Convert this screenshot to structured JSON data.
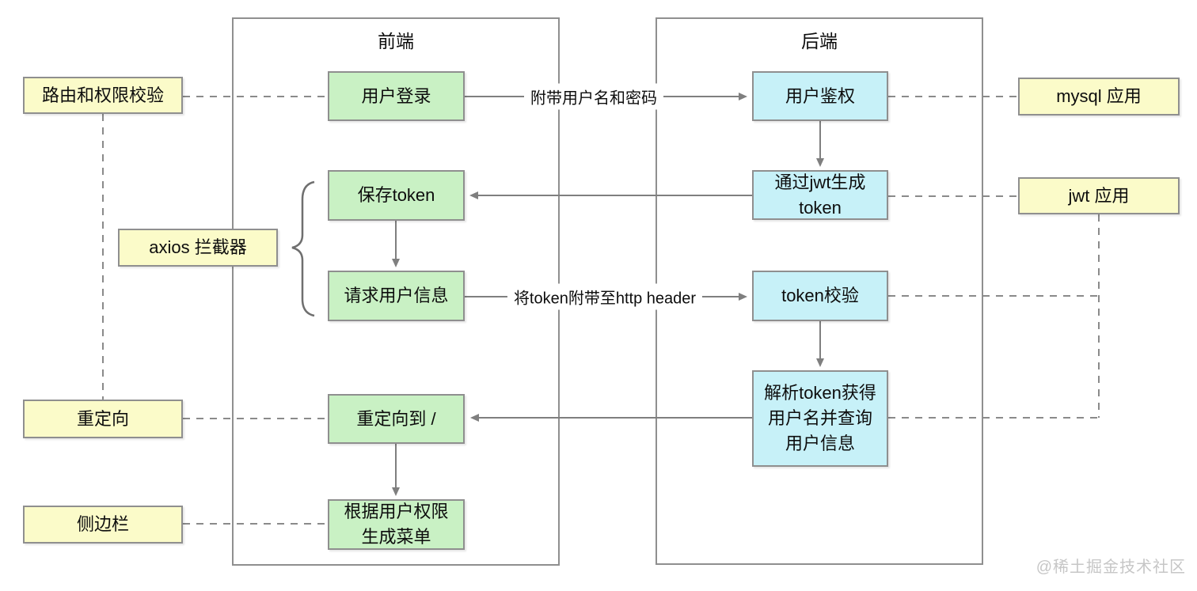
{
  "containers": {
    "frontend": "前端",
    "backend": "后端"
  },
  "nodes": {
    "route_permission": {
      "label": "路由和权限校验"
    },
    "axios_interceptor": {
      "label": "axios 拦截器"
    },
    "redirect": {
      "label": "重定向"
    },
    "sidebar": {
      "label": "侧边栏"
    },
    "mysql_app": {
      "label": "mysql 应用"
    },
    "jwt_app": {
      "label": "jwt 应用"
    },
    "user_login": {
      "label": "用户登录"
    },
    "save_token": {
      "label": "保存token"
    },
    "request_user_info": {
      "label": "请求用户信息"
    },
    "redirect_to_root": {
      "label": "重定向到 /"
    },
    "generate_menu": {
      "label": "根据用户权限\n生成菜单"
    },
    "user_auth": {
      "label": "用户鉴权"
    },
    "jwt_generate_token": {
      "label": "通过jwt生成\ntoken"
    },
    "token_verify": {
      "label": "token校验"
    },
    "parse_token": {
      "label": "解析token获得\n用户名并查询\n用户信息"
    }
  },
  "edges": {
    "with_credentials": "附带用户名和密码",
    "token_in_header": "将token附带至http header"
  },
  "watermark": "@稀土掘金技术社区",
  "colors": {
    "yellow": "#fbfbc9",
    "green": "#c9f1c4",
    "blue": "#c7f1f8",
    "border": "#8f8f8f",
    "line": "#7f7f7f",
    "watermark_text": "#c6c6c6"
  }
}
